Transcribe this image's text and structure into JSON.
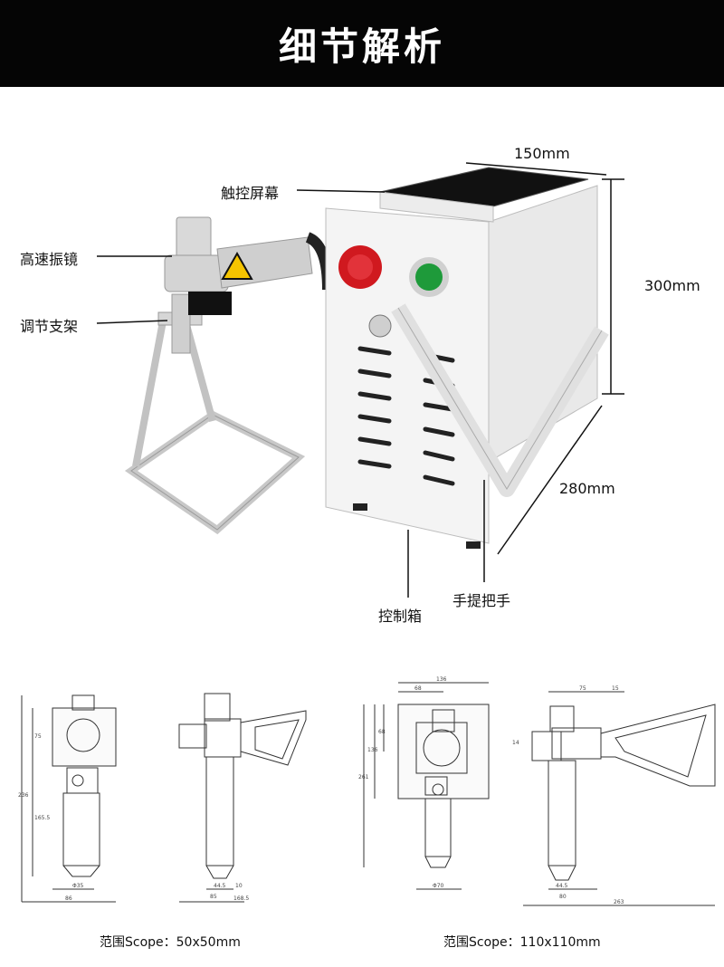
{
  "header": {
    "title": "细节解析"
  },
  "labels": {
    "touchscreen": "触控屏幕",
    "galvo": "高速振镜",
    "stand": "调节支架",
    "control_box": "控制箱",
    "handle": "手提把手"
  },
  "dimensions": {
    "width": "150mm",
    "height": "300mm",
    "depth": "280mm"
  },
  "drawings": {
    "left": {
      "caption": "范围Scope：50x50mm",
      "front_dims": [
        "75",
        "236",
        "165.5",
        "Φ35",
        "86"
      ],
      "side_dims": [
        "44.5",
        "10",
        "85",
        "168.5"
      ]
    },
    "right": {
      "caption": "范围Scope：110x110mm",
      "front_dims": [
        "136",
        "68",
        "68",
        "136",
        "261",
        "Φ70"
      ],
      "side_dims": [
        "75",
        "15",
        "14",
        "44.5",
        "80",
        "263"
      ]
    }
  },
  "colors": {
    "header_bg": "#050505",
    "estop_red": "#d0191f",
    "start_green": "#1e9a3a",
    "box_white": "#f4f4f4"
  }
}
